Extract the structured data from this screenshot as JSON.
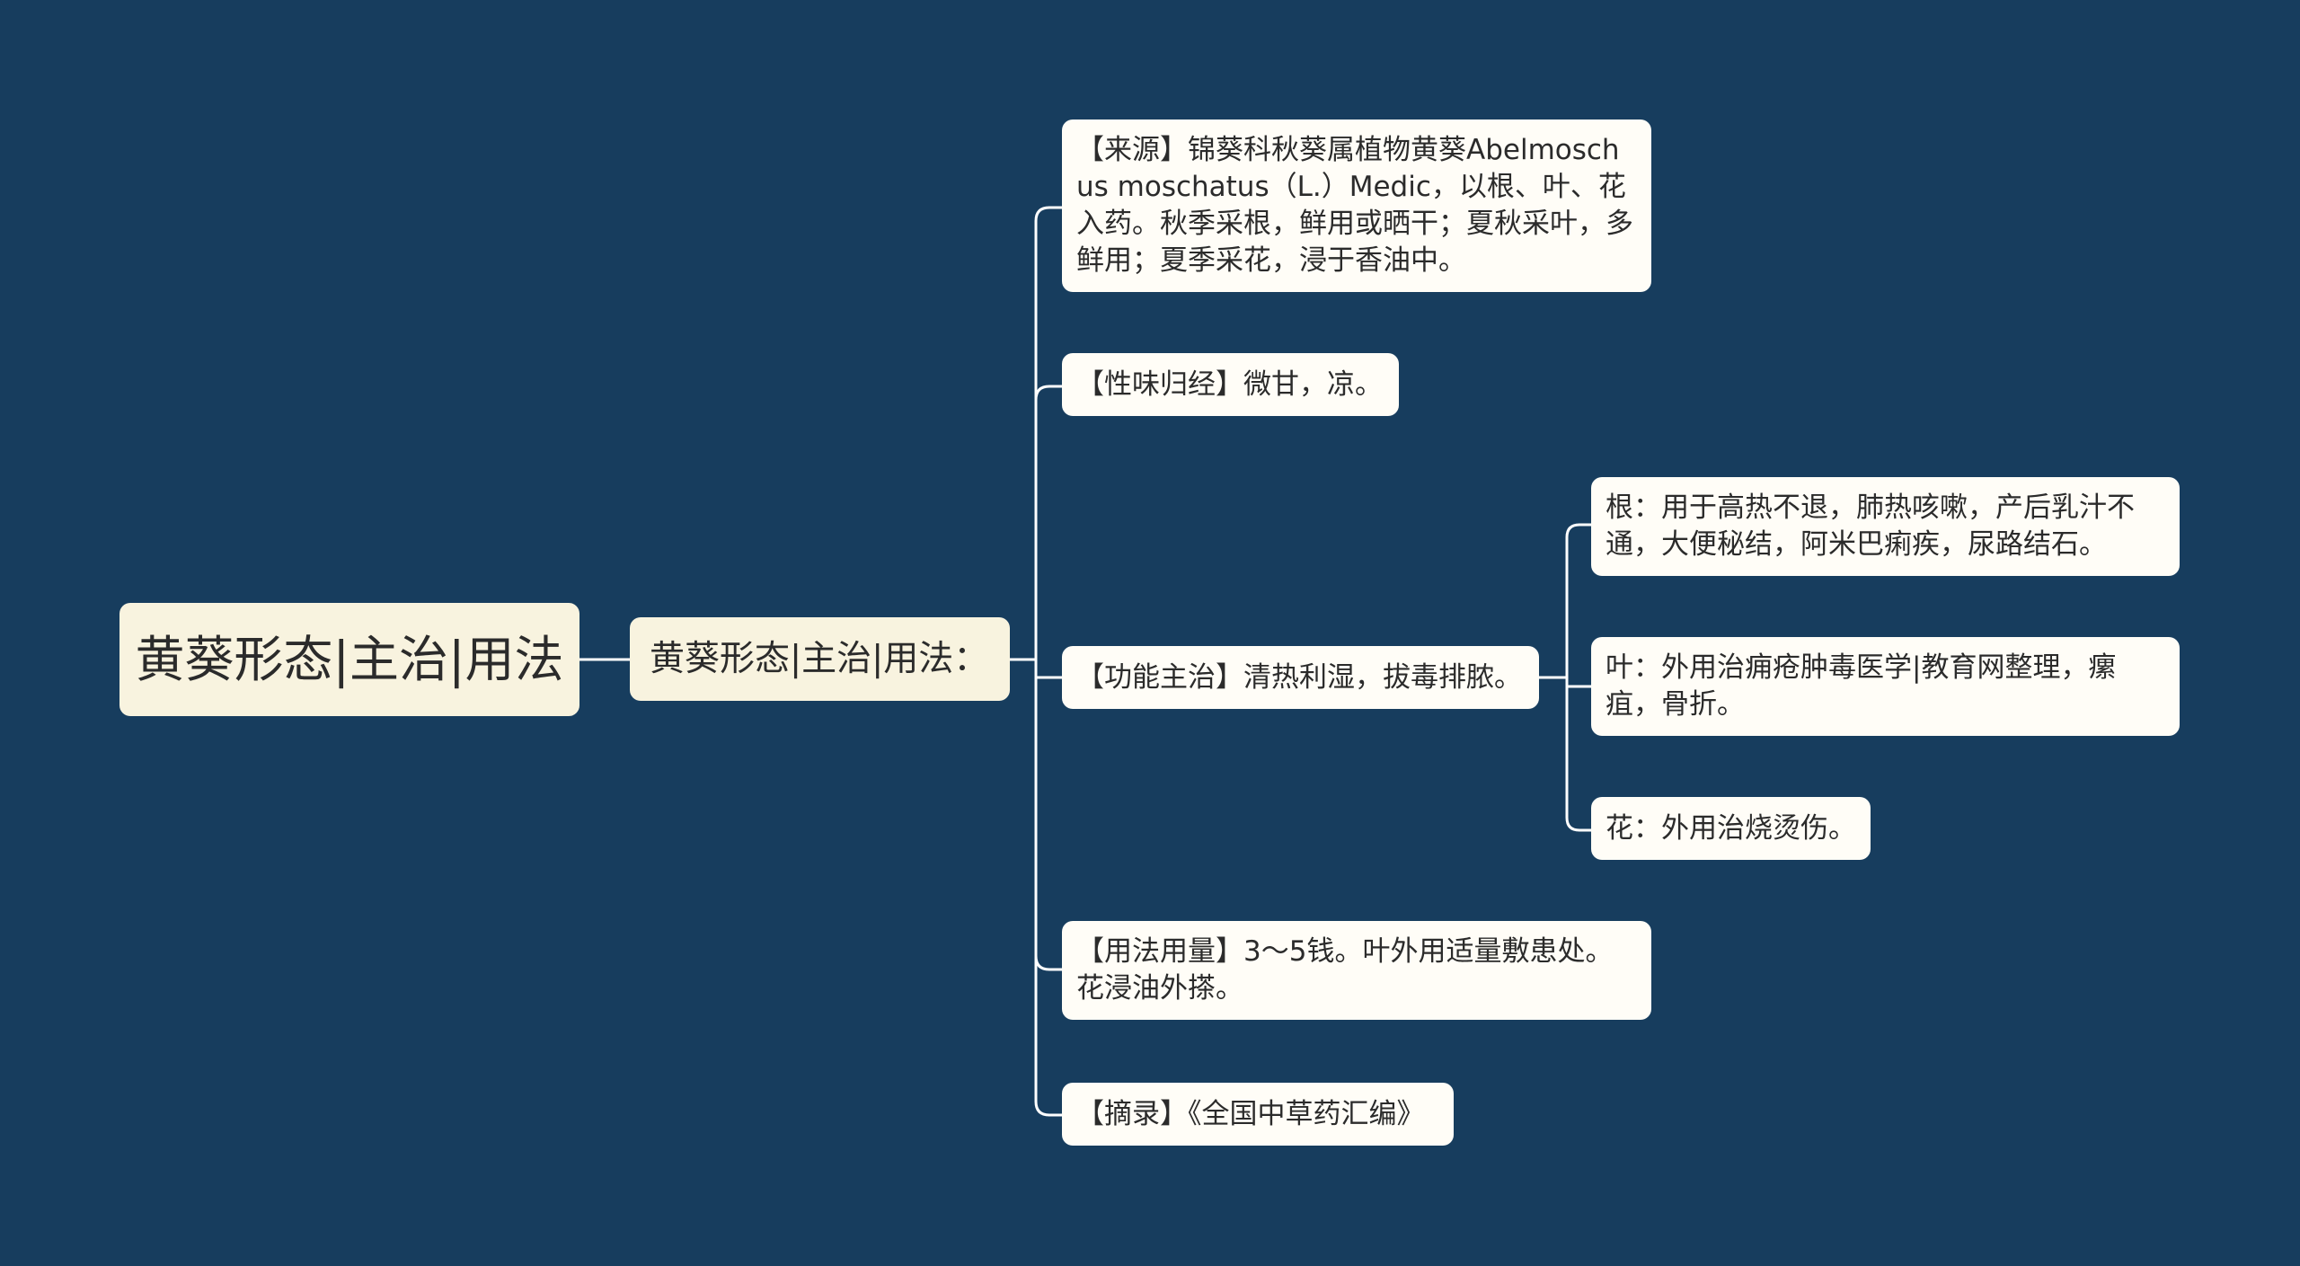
{
  "mindmap": {
    "root": "黄葵形态|主治|用法",
    "branch": "黄葵形态|主治|用法：",
    "topics": [
      "【来源】锦葵科秋葵属植物黄葵Abelmoschus moschatus（L.）Medic，以根、叶、花入药。秋季采根，鲜用或晒干；夏秋采叶，多鲜用；夏季采花，浸于香油中。",
      "【性味归经】微甘，凉。",
      "【功能主治】清热利湿，拔毒排脓。",
      "【用法用量】3～5钱。叶外用适量敷患处。花浸油外搽。",
      "【摘录】《全国中草药汇编》"
    ],
    "sub_topics": [
      "根：用于高热不退，肺热咳嗽，产后乳汁不通，大便秘结，阿米巴痢疾，尿路结石。",
      "叶：外用治痈疮肿毒医学|教育网整理，瘰疽，骨折。",
      "花：外用治烧烫伤。"
    ]
  },
  "colors": {
    "background": "#173d5e",
    "root_fill": "#f8f3df",
    "leaf_fill": "#fffdf7",
    "connector": "#ffffff"
  }
}
